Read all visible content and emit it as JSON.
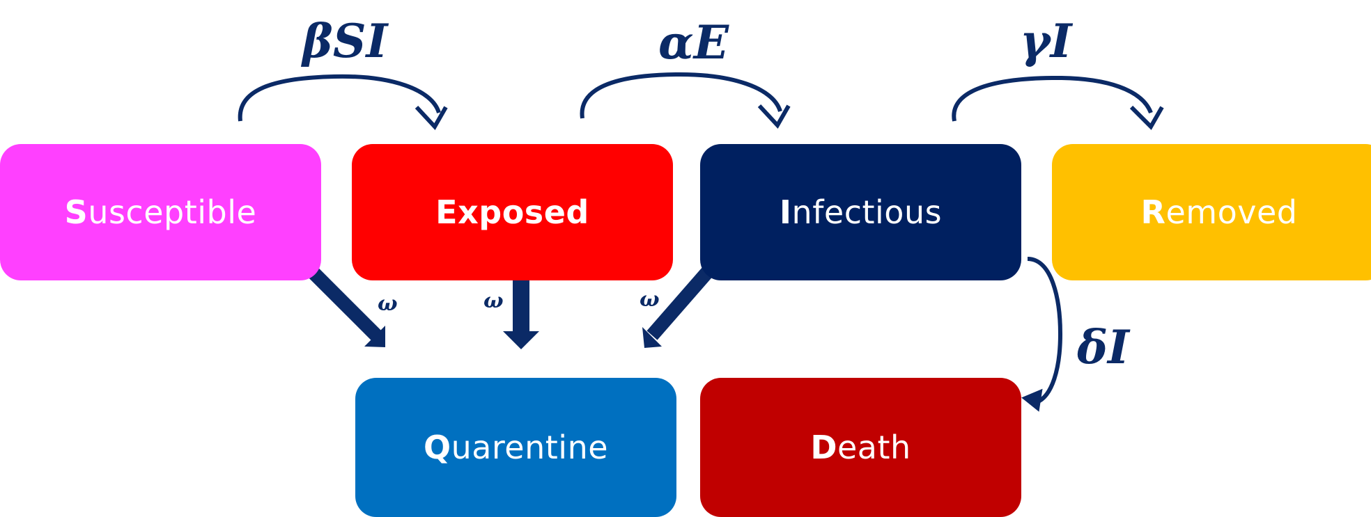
{
  "compartments": {
    "susceptible": {
      "first": "S",
      "rest": "usceptible",
      "color": "#ff40ff"
    },
    "exposed": {
      "first": "E",
      "rest": "xposed",
      "color": "#ff0000"
    },
    "infectious": {
      "first": "I",
      "rest": "nfectious",
      "color": "#002060"
    },
    "removed": {
      "first": "R",
      "rest": "emoved",
      "color": "#ffc000"
    },
    "quarentine": {
      "first": "Q",
      "rest": "uarentine",
      "color": "#0070c0"
    },
    "death": {
      "first": "D",
      "rest": "eath",
      "color": "#c00000"
    }
  },
  "rates": {
    "s_to_e": "βSI",
    "e_to_i": "αE",
    "i_to_r": "γI",
    "i_to_d": "δI",
    "s_to_q": "ω",
    "e_to_q": "ω",
    "i_to_q": "ω"
  },
  "arrow_color": "#0b2a66"
}
